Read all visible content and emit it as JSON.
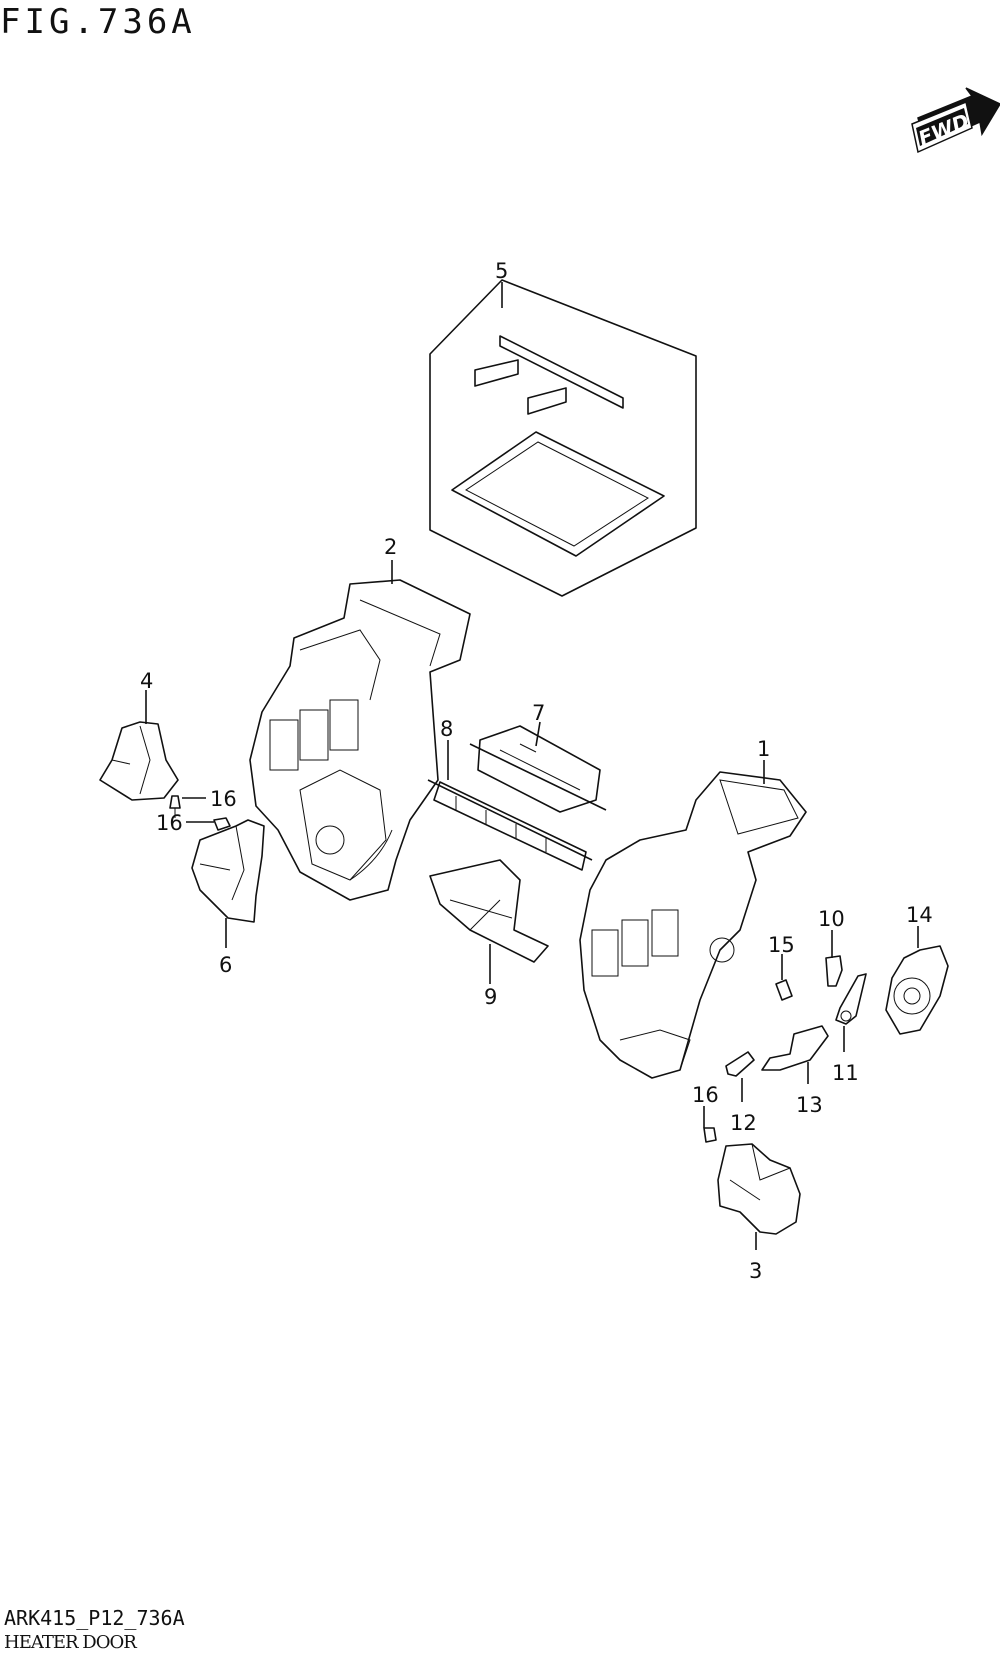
{
  "figure": {
    "title": "FIG.736A",
    "code": "ARK415_P12_736A",
    "name": "HEATER DOOR"
  },
  "direction_marker": {
    "label": "FWD",
    "icon": "forward-arrow-icon"
  },
  "callouts": [
    {
      "id": "c5",
      "label": "5"
    },
    {
      "id": "c2",
      "label": "2"
    },
    {
      "id": "c4",
      "label": "4"
    },
    {
      "id": "c16a",
      "label": "16"
    },
    {
      "id": "c16b",
      "label": "16"
    },
    {
      "id": "c6",
      "label": "6"
    },
    {
      "id": "c8",
      "label": "8"
    },
    {
      "id": "c7",
      "label": "7"
    },
    {
      "id": "c9",
      "label": "9"
    },
    {
      "id": "c1",
      "label": "1"
    },
    {
      "id": "c10",
      "label": "10"
    },
    {
      "id": "c14",
      "label": "14"
    },
    {
      "id": "c15",
      "label": "15"
    },
    {
      "id": "c11",
      "label": "11"
    },
    {
      "id": "c13",
      "label": "13"
    },
    {
      "id": "c12",
      "label": "12"
    },
    {
      "id": "c16c",
      "label": "16"
    },
    {
      "id": "c3",
      "label": "3"
    }
  ]
}
